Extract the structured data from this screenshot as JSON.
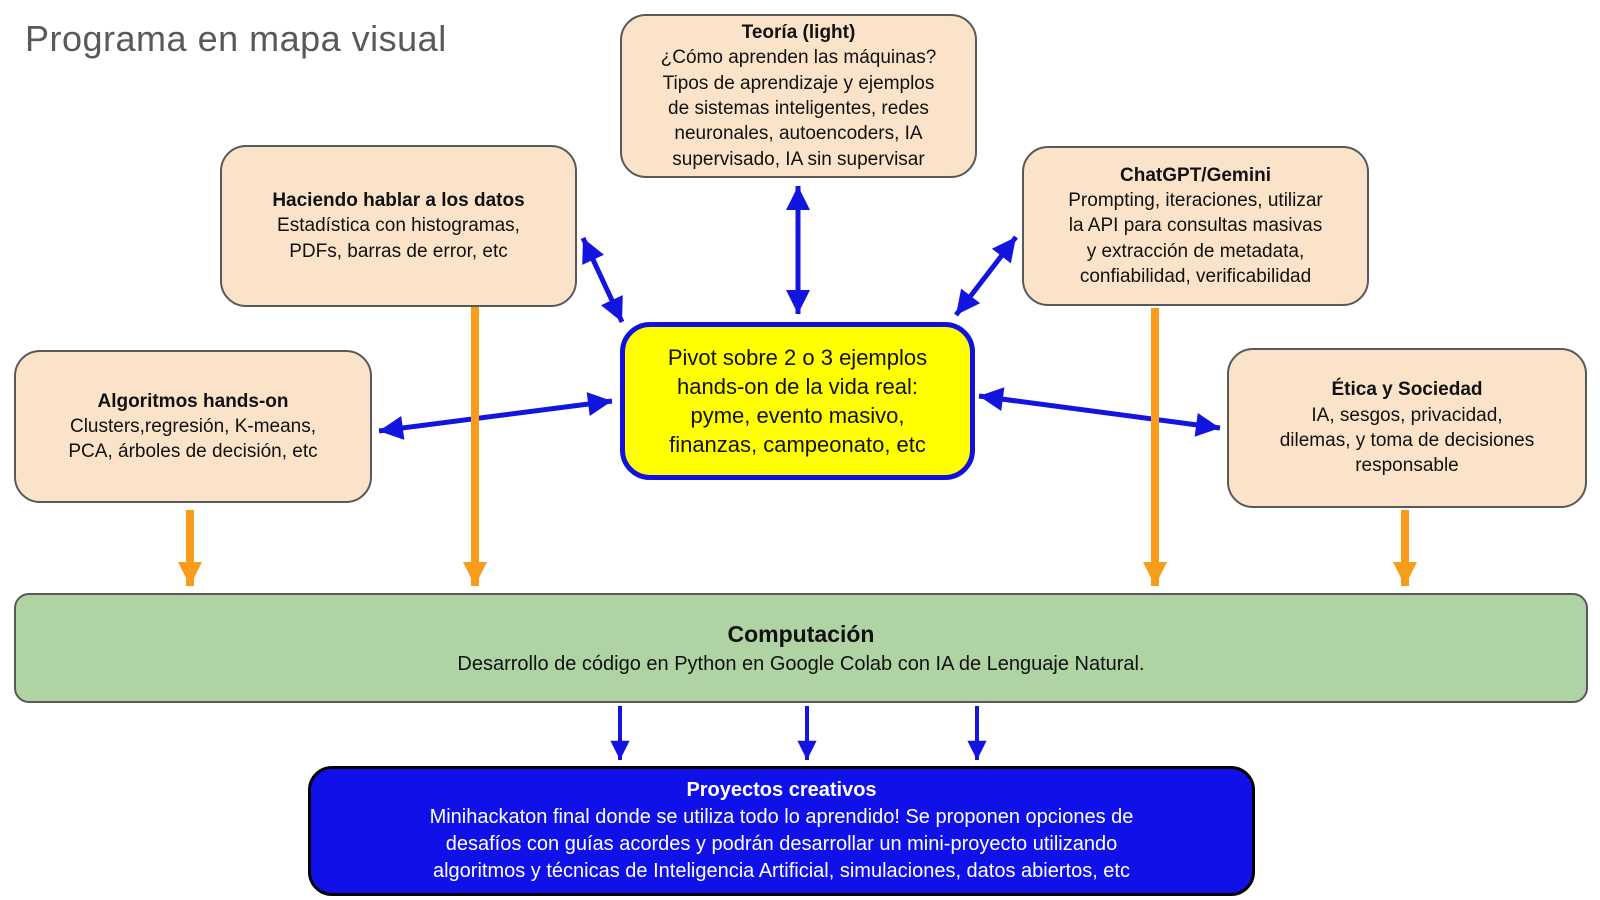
{
  "page_title": "Programa en mapa visual",
  "palette": {
    "peach_fill": "#fae3c9",
    "peach_border": "#595959",
    "yellow_fill": "#ffff00",
    "pivot_border_blue": "#1111dd",
    "blue_arrow": "#1414e0",
    "orange_arrow": "#f99c1b",
    "green_fill": "#afd3a2",
    "deep_blue_fill": "#1010e8",
    "black_border": "#000000",
    "title_gray": "#595959",
    "text_black": "#111111",
    "text_white": "#ffffff"
  },
  "nodes": {
    "teoria": {
      "title": "Teoría (light)",
      "body": "¿Cómo aprenden las máquinas?\nTipos de aprendizaje y ejemplos\nde sistemas inteligentes, redes\nneuronales, autoencoders, IA\nsupervisado, IA sin supervisar"
    },
    "datos": {
      "title": "Haciendo hablar a los datos",
      "body": "Estadística con histogramas,\nPDFs, barras de error, etc"
    },
    "chatgpt": {
      "title": "ChatGPT/Gemini",
      "body": "Prompting, iteraciones, utilizar\nla API para consultas masivas\ny extracción de metadata,\nconfiabilidad, verificabilidad"
    },
    "algoritmos": {
      "title": "Algoritmos hands-on",
      "body": "Clusters,regresión, K-means,\nPCA, árboles de decisión, etc"
    },
    "etica": {
      "title": "Ética y Sociedad",
      "body": "IA, sesgos, privacidad,\ndilemas, y toma de decisiones\nresponsable"
    },
    "pivot": {
      "body": "Pivot sobre 2 o 3 ejemplos\nhands-on de la vida real:\npyme, evento masivo,\nfinanzas, campeonato, etc"
    },
    "computacion": {
      "title": "Computación",
      "body": "Desarrollo de código en Python en Google Colab con IA de Lenguaje Natural."
    },
    "proyectos": {
      "title": "Proyectos creativos",
      "body": "Minihackaton final donde se utiliza todo lo aprendido! Se proponen opciones de\ndesafíos con guías acordes y podrán desarrollar un mini-proyecto utilizando\nalgoritmos y técnicas de Inteligencia Artificial, simulaciones, datos abiertos, etc"
    }
  }
}
